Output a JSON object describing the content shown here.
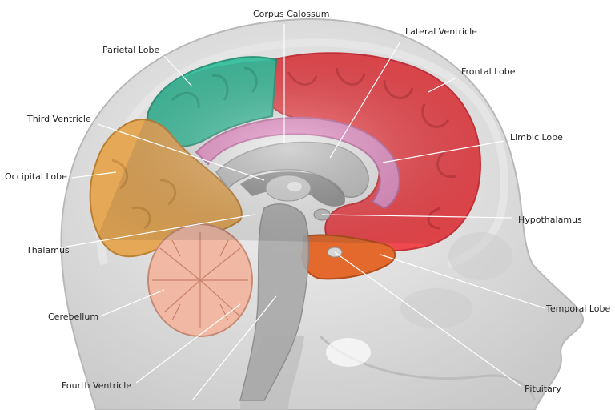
{
  "labels": {
    "corpus_calossum": "Corpus Calossum",
    "lateral_ventricle": "Lateral Ventricle",
    "parietal_lobe": "Parietal Lobe",
    "frontal_lobe": "Frontal Lobe",
    "third_ventricle": "Third Ventricle",
    "limbic_lobe": "Limbic Lobe",
    "occipital_lobe": "Occipital Lobe",
    "hypothalamus": "Hypothalamus",
    "thalamus": "Thalamus",
    "temporal_lobe": "Temporal Lobe",
    "cerebellum": "Cerebellum",
    "fourth_ventricle": "Fourth Ventricle",
    "pituitary": "Pituitary"
  },
  "colors": {
    "frontal": "#f0494f",
    "parietal": "#3fc1a0",
    "occipital": "#e5a857",
    "limbic": "#e58fc5",
    "temporal": "#e36a2c",
    "cerebellum": "#f1b9a4",
    "head": "#d8d8d8",
    "brainstem": "#a9a9a9"
  }
}
